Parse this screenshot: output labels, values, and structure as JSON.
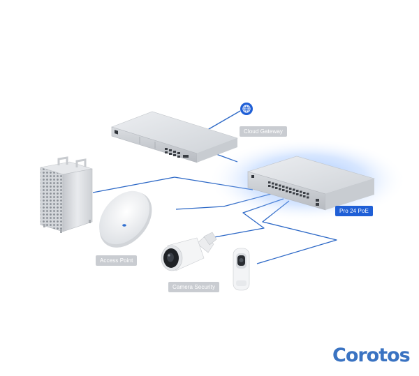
{
  "labels": {
    "cloud_gateway": "Cloud Gateway",
    "switch": "Pro 24 PoE",
    "access_point": "Access Point",
    "camera_security": "Camera Security"
  },
  "brand": {
    "name": "Corotos"
  },
  "colors": {
    "cable": "#2b67c6",
    "highlight_label": "#1f5fd6",
    "label_bg": "#c9ccd1",
    "brand": "#3a73c2",
    "switch_glow": "#5f9dff"
  },
  "icons": [
    "globe-icon"
  ]
}
